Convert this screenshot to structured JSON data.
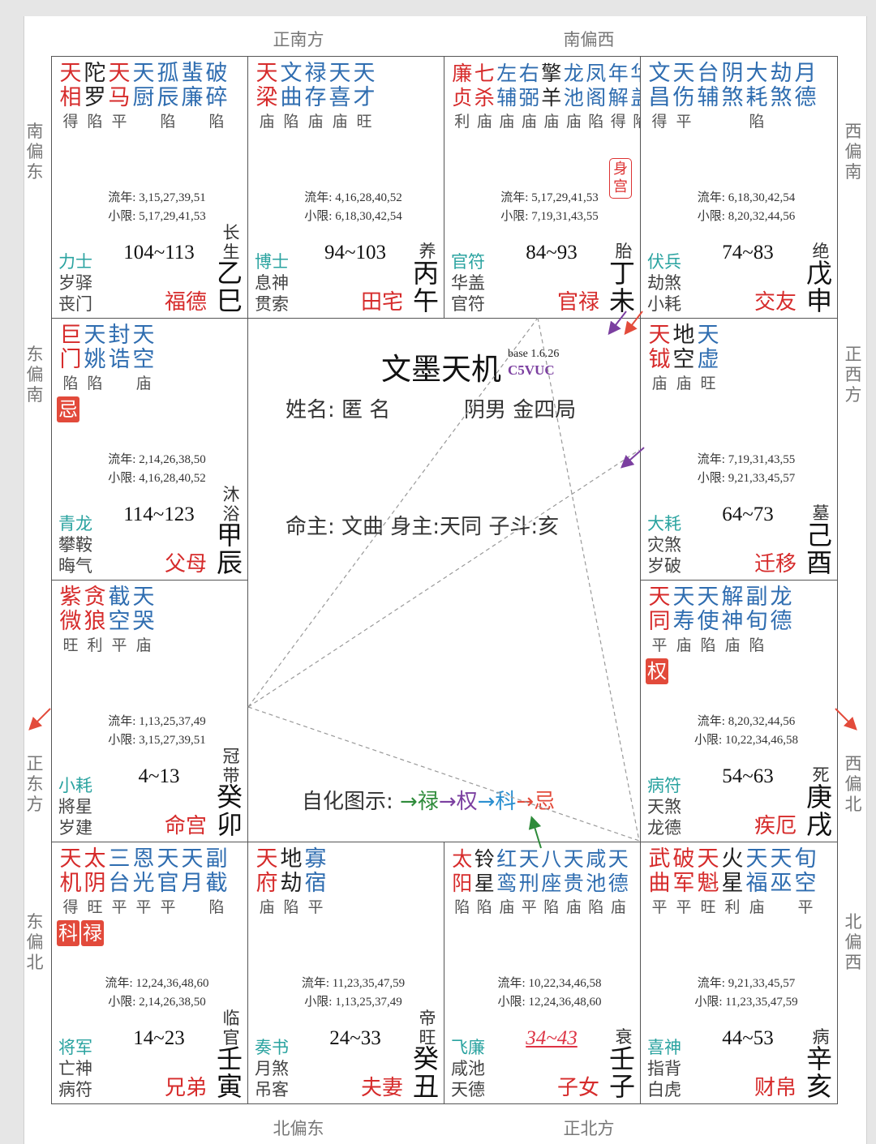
{
  "directions": {
    "top_left": "正南方",
    "top_right": "南偏西",
    "bottom_left": "北偏东",
    "bottom_right": "正北方",
    "left_1": "南偏东",
    "left_2": "东偏南",
    "left_3": "正东方",
    "left_4": "东偏北",
    "right_1": "西偏南",
    "right_2": "正西方",
    "right_3": "西偏北",
    "right_4": "北偏西"
  },
  "colors": {
    "red": "#d62b2b",
    "blue": "#2f6db0",
    "purple": "#7b3fa0",
    "teal": "#2aa3a0",
    "green": "#2e8b3a"
  },
  "center": {
    "title": "文墨天机",
    "base": "base 1.6.26",
    "code": "C5VUC",
    "name_line": "姓名: 匿 名",
    "gender_line": "阴男 金四局",
    "master_line": "命主: 文曲 身主:天同 子斗:亥",
    "legend_label": "自化图示: ",
    "legend_lu": "→禄",
    "legend_quan": "→权",
    "legend_ke": "→科",
    "legend_ji": "→忌"
  },
  "palaces": [
    {
      "id": "si",
      "stars": [
        [
          "天相",
          "得",
          "r"
        ],
        [
          "陀罗",
          "陷",
          "k"
        ],
        [
          "天马",
          "平",
          "r"
        ],
        [
          "天厨",
          "",
          "b"
        ],
        [
          "孤辰",
          "陷",
          "b"
        ],
        [
          "蜚廉",
          "",
          "b"
        ],
        [
          "破碎",
          "陷",
          "b"
        ]
      ],
      "hua": [],
      "liunian": "流年: 3,15,27,39,51",
      "xiaoxian": "小限: 5,17,29,41,53",
      "gods": [
        "力士",
        "岁驿",
        "丧门"
      ],
      "range": "104~113",
      "name": "福德",
      "stage": "长生",
      "gz": "乙巳",
      "shen": ""
    },
    {
      "id": "wu",
      "stars": [
        [
          "天梁",
          "庙",
          "r"
        ],
        [
          "文曲",
          "陷",
          "b"
        ],
        [
          "禄存",
          "庙",
          "b"
        ],
        [
          "天喜",
          "庙",
          "b"
        ],
        [
          "天才",
          "旺",
          "b"
        ]
      ],
      "hua": [],
      "liunian": "流年: 4,16,28,40,52",
      "xiaoxian": "小限: 6,18,30,42,54",
      "gods": [
        "博士",
        "息神",
        "贯索"
      ],
      "range": "94~103",
      "name": "田宅",
      "stage": "养",
      "gz": "丙午",
      "shen": ""
    },
    {
      "id": "wei",
      "stars": [
        [
          "廉贞",
          "利",
          "r"
        ],
        [
          "七杀",
          "庙",
          "r"
        ],
        [
          "左辅",
          "庙",
          "b"
        ],
        [
          "右弼",
          "庙",
          "b"
        ],
        [
          "擎羊",
          "庙",
          "k"
        ],
        [
          "龙池",
          "庙",
          "b"
        ],
        [
          "凤阁",
          "陷",
          "b"
        ],
        [
          "年解",
          "得",
          "b"
        ],
        [
          "华盖",
          "陷",
          "b"
        ]
      ],
      "hua": [],
      "liunian": "流年: 5,17,29,41,53",
      "xiaoxian": "小限: 7,19,31,43,55",
      "gods": [
        "官符",
        "华盖",
        "官符"
      ],
      "range": "84~93",
      "name": "官禄",
      "stage": "胎",
      "gz": "丁未",
      "shen": "身宫"
    },
    {
      "id": "shen",
      "stars": [
        [
          "文昌",
          "得",
          "b"
        ],
        [
          "天伤",
          "平",
          "b"
        ],
        [
          "台辅",
          "",
          "b"
        ],
        [
          "阴煞",
          "",
          "b"
        ],
        [
          "大耗",
          "陷",
          "b"
        ],
        [
          "劫煞",
          "",
          "b"
        ],
        [
          "月德",
          "",
          "b"
        ]
      ],
      "hua": [],
      "liunian": "流年: 6,18,30,42,54",
      "xiaoxian": "小限: 8,20,32,44,56",
      "gods": [
        "伏兵",
        "劫煞",
        "小耗"
      ],
      "range": "74~83",
      "name": "交友",
      "stage": "绝",
      "gz": "戊申",
      "shen": ""
    },
    {
      "id": "chen",
      "stars": [
        [
          "巨门",
          "陷",
          "r"
        ],
        [
          "天姚",
          "陷",
          "b"
        ],
        [
          "封诰",
          "",
          "b"
        ],
        [
          "天空",
          "庙",
          "b"
        ]
      ],
      "hua": [
        "忌"
      ],
      "liunian": "流年: 2,14,26,38,50",
      "xiaoxian": "小限: 4,16,28,40,52",
      "gods": [
        "青龙",
        "攀鞍",
        "晦气"
      ],
      "range": "114~123",
      "name": "父母",
      "stage": "沐浴",
      "gz": "甲辰",
      "shen": ""
    },
    {
      "id": "you",
      "stars": [
        [
          "天钺",
          "庙",
          "r"
        ],
        [
          "地空",
          "庙",
          "k"
        ],
        [
          "天虚",
          "旺",
          "b"
        ]
      ],
      "hua": [],
      "liunian": "流年: 7,19,31,43,55",
      "xiaoxian": "小限: 9,21,33,45,57",
      "gods": [
        "大耗",
        "灾煞",
        "岁破"
      ],
      "range": "64~73",
      "name": "迁移",
      "stage": "墓",
      "gz": "己酉",
      "shen": ""
    },
    {
      "id": "mao",
      "stars": [
        [
          "紫微",
          "旺",
          "r"
        ],
        [
          "贪狼",
          "利",
          "r"
        ],
        [
          "截空",
          "平",
          "b"
        ],
        [
          "天哭",
          "庙",
          "b"
        ]
      ],
      "hua": [],
      "liunian": "流年: 1,13,25,37,49",
      "xiaoxian": "小限: 3,15,27,39,51",
      "gods": [
        "小耗",
        "將星",
        "岁建"
      ],
      "range": "4~13",
      "name": "命宫",
      "stage": "冠带",
      "gz": "癸卯",
      "shen": ""
    },
    {
      "id": "xu",
      "stars": [
        [
          "天同",
          "平",
          "r"
        ],
        [
          "天寿",
          "庙",
          "b"
        ],
        [
          "天使",
          "陷",
          "b"
        ],
        [
          "解神",
          "庙",
          "b"
        ],
        [
          "副旬",
          "陷",
          "b"
        ],
        [
          "龙德",
          "",
          "b"
        ]
      ],
      "hua": [
        "权"
      ],
      "liunian": "流年: 8,20,32,44,56",
      "xiaoxian": "小限: 10,22,34,46,58",
      "gods": [
        "病符",
        "天煞",
        "龙德"
      ],
      "range": "54~63",
      "name": "疾厄",
      "stage": "死",
      "gz": "庚戌",
      "shen": ""
    },
    {
      "id": "yin",
      "stars": [
        [
          "天机",
          "得",
          "r"
        ],
        [
          "太阴",
          "旺",
          "r"
        ],
        [
          "三台",
          "平",
          "b"
        ],
        [
          "恩光",
          "平",
          "b"
        ],
        [
          "天官",
          "平",
          "b"
        ],
        [
          "天月",
          "",
          "b"
        ],
        [
          "副截",
          "陷",
          "b"
        ]
      ],
      "hua": [
        "科",
        "禄"
      ],
      "liunian": "流年: 12,24,36,48,60",
      "xiaoxian": "小限: 2,14,26,38,50",
      "gods": [
        "将军",
        "亡神",
        "病符"
      ],
      "range": "14~23",
      "name": "兄弟",
      "stage": "临官",
      "gz": "壬寅",
      "shen": ""
    },
    {
      "id": "chou",
      "stars": [
        [
          "天府",
          "庙",
          "r"
        ],
        [
          "地劫",
          "陷",
          "k"
        ],
        [
          "寡宿",
          "平",
          "b"
        ]
      ],
      "hua": [],
      "liunian": "流年: 11,23,35,47,59",
      "xiaoxian": "小限: 1,13,25,37,49",
      "gods": [
        "奏书",
        "月煞",
        "吊客"
      ],
      "range": "24~33",
      "name": "夫妻",
      "stage": "帝旺",
      "gz": "癸丑",
      "shen": ""
    },
    {
      "id": "zi",
      "stars": [
        [
          "太阳",
          "陷",
          "r"
        ],
        [
          "铃星",
          "陷",
          "k"
        ],
        [
          "红鸾",
          "庙",
          "b"
        ],
        [
          "天刑",
          "平",
          "b"
        ],
        [
          "八座",
          "陷",
          "b"
        ],
        [
          "天贵",
          "庙",
          "b"
        ],
        [
          "咸池",
          "陷",
          "b"
        ],
        [
          "天德",
          "庙",
          "b"
        ]
      ],
      "hua": [],
      "liunian": "流年: 10,22,34,46,58",
      "xiaoxian": "小限: 12,24,36,48,60",
      "gods": [
        "飞廉",
        "咸池",
        "天德"
      ],
      "range": "34~43",
      "name": "子女",
      "stage": "衰",
      "gz": "壬子",
      "shen": ""
    },
    {
      "id": "hai",
      "stars": [
        [
          "武曲",
          "平",
          "r"
        ],
        [
          "破军",
          "平",
          "r"
        ],
        [
          "天魁",
          "旺",
          "r"
        ],
        [
          "火星",
          "利",
          "k"
        ],
        [
          "天福",
          "庙",
          "b"
        ],
        [
          "天巫",
          "",
          "b"
        ],
        [
          "旬空",
          "平",
          "b"
        ]
      ],
      "hua": [],
      "liunian": "流年: 9,21,33,45,57",
      "xiaoxian": "小限: 11,23,35,47,59",
      "gods": [
        "喜神",
        "指背",
        "白虎"
      ],
      "range": "44~53",
      "name": "财帛",
      "stage": "病",
      "gz": "辛亥",
      "shen": ""
    }
  ]
}
